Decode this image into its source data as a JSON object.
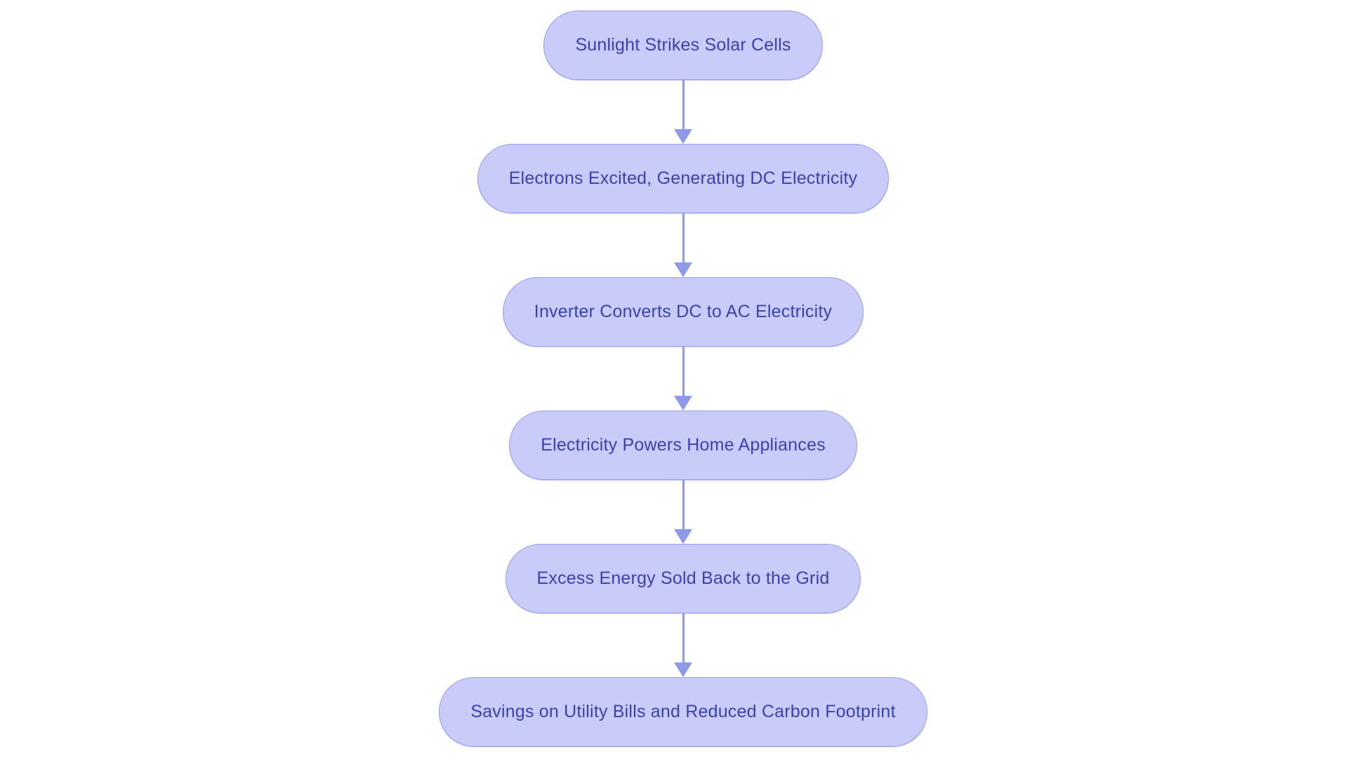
{
  "flowchart": {
    "type": "flowchart",
    "direction": "top-down",
    "nodes": [
      "Sunlight Strikes Solar Cells",
      "Electrons Excited, Generating DC Electricity",
      "Inverter Converts DC to AC Electricity",
      "Electricity Powers Home Appliances",
      "Excess Energy Sold Back to the Grid",
      "Savings on Utility Bills and Reduced Carbon Footprint"
    ],
    "edges": [
      {
        "from": 0,
        "to": 1
      },
      {
        "from": 1,
        "to": 2
      },
      {
        "from": 2,
        "to": 3
      },
      {
        "from": 3,
        "to": 4
      },
      {
        "from": 4,
        "to": 5
      }
    ]
  },
  "colors": {
    "background": "#ffffff",
    "node_fill": "#c9ccf8",
    "node_border": "#969ee9",
    "node_text": "#3b40b0",
    "arrow": "#8f99ea"
  }
}
